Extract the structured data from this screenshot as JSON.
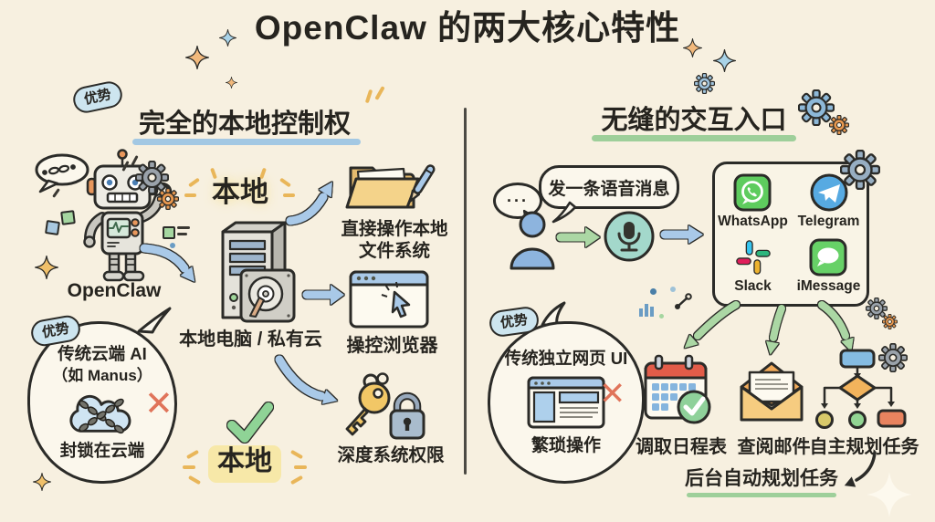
{
  "title": "OpenClaw 的两大核心特性",
  "left": {
    "badge": "优势",
    "heading": "完全的本地控制权",
    "robot_label": "OpenClaw",
    "local_tag_top": "本地",
    "computer_label": "本地电脑 / 私有云",
    "file_label_line1": "直接操作本地",
    "file_label_line2": "文件系统",
    "browser_label": "操控浏览器",
    "keys_label": "深度系统权限",
    "cloud_bubble": {
      "badge": "优势",
      "title_line1": "传统云端 AI",
      "title_line2": "（如 Manus）",
      "caption": "封锁在云端",
      "cross_mark": "✕"
    },
    "local_tag_bottom": "本地"
  },
  "right": {
    "heading": "无缝的交互入口",
    "thinking_dots": "···",
    "voice_bubble_label": "发一条语音消息",
    "apps": [
      {
        "name": "WhatsApp"
      },
      {
        "name": "Telegram"
      },
      {
        "name": "Slack"
      },
      {
        "name": "iMessage"
      }
    ],
    "ui_bubble": {
      "badge": "优势",
      "title": "传统独立网页 UI",
      "caption": "繁琐操作",
      "cross_mark": "✕"
    },
    "tasks": [
      {
        "label": "调取日程表"
      },
      {
        "label": "查阅邮件"
      },
      {
        "label": "自主规划任务"
      }
    ],
    "footer_note": "后台自动规划任务"
  },
  "colors": {
    "background": "#f7f0e0",
    "ink": "#26241f",
    "arrow_blue": "#a9c9e8",
    "arrow_green": "#abd7a4",
    "cross_red": "#e0745a",
    "badge_blue": "#cde5ef",
    "highlight_yellow": "#f7e8a8",
    "underline_blue": "#a3c8e3",
    "underline_green": "#9ecf9a"
  }
}
